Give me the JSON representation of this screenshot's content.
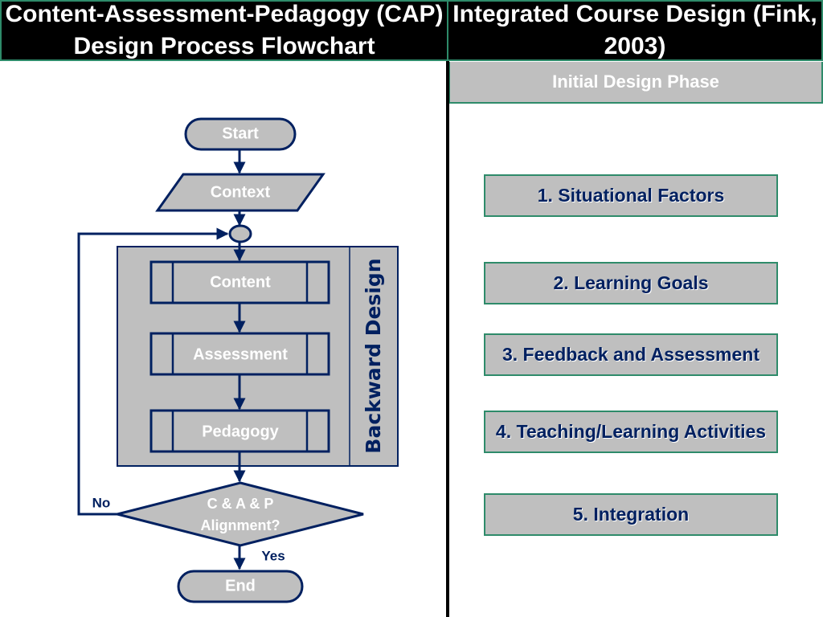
{
  "header": {
    "left_title": "Content-Assessment-Pedagogy (CAP) Design Process Flowchart",
    "right_title": "Integrated Course Design (Fink, 2003)"
  },
  "phase_label": "Initial Design Phase",
  "flowchart": {
    "start": "Start",
    "context": "Context",
    "content": "Content",
    "assessment": "Assessment",
    "pedagogy": "Pedagogy",
    "backward_design": "Backward  Design",
    "decision_line1": "C & A & P",
    "decision_line2": "Alignment?",
    "no": "No",
    "yes": "Yes",
    "end": "End"
  },
  "fink_steps": [
    {
      "label": "1. Situational Factors"
    },
    {
      "label": "2. Learning Goals"
    },
    {
      "label": "3. Feedback and Assessment"
    },
    {
      "label": "4. Teaching/Learning Activities"
    },
    {
      "label": "5. Integration"
    }
  ],
  "colors": {
    "navy": "#002060",
    "box_fill": "#bfbfbf",
    "border_green": "#2e8b6a",
    "header_bg": "#000000"
  }
}
